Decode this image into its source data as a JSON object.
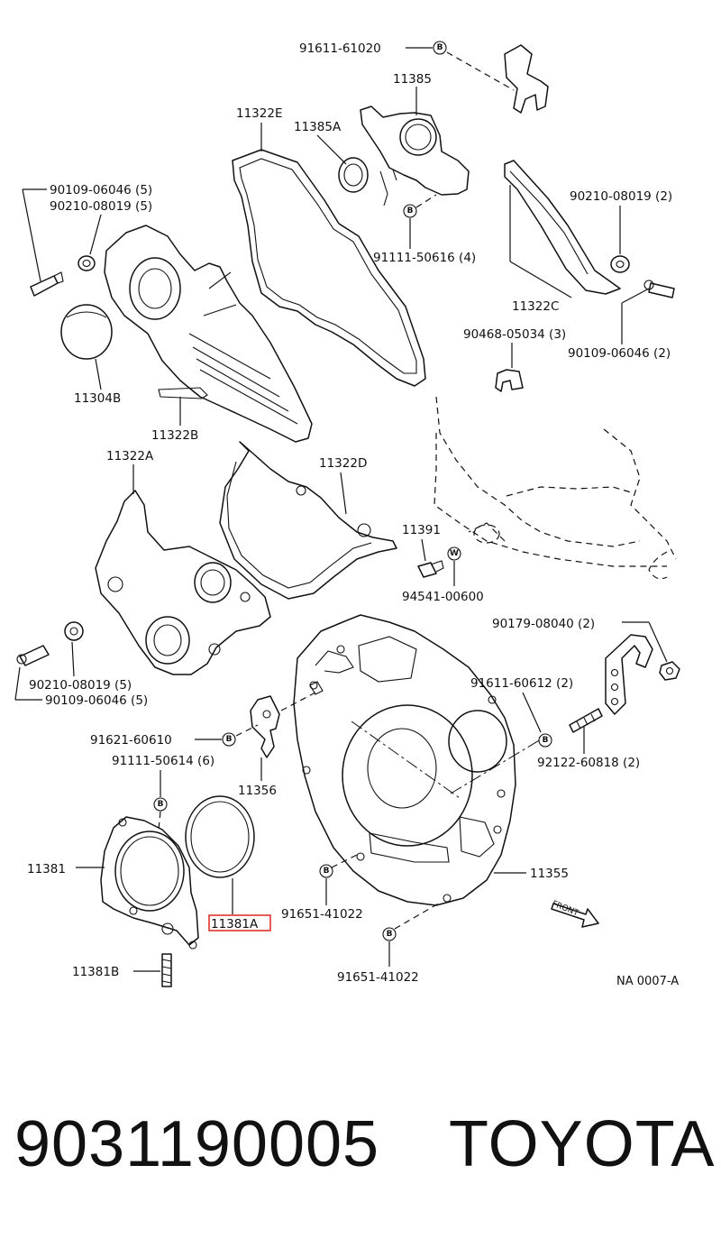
{
  "labels": {
    "p91611_61020": "91611-61020",
    "p11385": "11385",
    "p11322e": "11322E",
    "p11385a": "11385A",
    "p90109_06046_5": "90109-06046 (5)",
    "p90210_08019_5": "90210-08019 (5)",
    "p90210_08019_2": "90210-08019 (2)",
    "p91111_50616_4": "91111-50616 (4)",
    "p11322c": "11322C",
    "p90468_05034_3": "90468-05034 (3)",
    "p90109_06046_2": "90109-06046 (2)",
    "p11304b": "11304B",
    "p11322b": "11322B",
    "p11322a": "11322A",
    "p11322d": "11322D",
    "p11391": "11391",
    "p94541_00600": "94541-00600",
    "p90179_08040_2": "90179-08040 (2)",
    "p90210_08019_5b": "90210-08019 (5)",
    "p90109_06046_5b": "90109-06046 (5)",
    "p91611_60612_2": "91611-60612 (2)",
    "p91621_60610": "91621-60610",
    "p92122_60818_2": "92122-60818 (2)",
    "p91111_50614_6": "91111-50614 (6)",
    "p11356": "11356",
    "p11381": "11381",
    "p11355": "11355",
    "p11381a": "11381A",
    "p91651_41022a": "91651-41022",
    "p91651_41022b": "91651-41022",
    "p11381b": "11381B",
    "front": "FRONT",
    "ref_code": "NA 0007-A"
  },
  "bolt_marker": "B",
  "washer_marker": "W",
  "highlight_color": "#e0322c",
  "footer": {
    "part_number": "9031190005",
    "brand": "TOYOTA"
  }
}
